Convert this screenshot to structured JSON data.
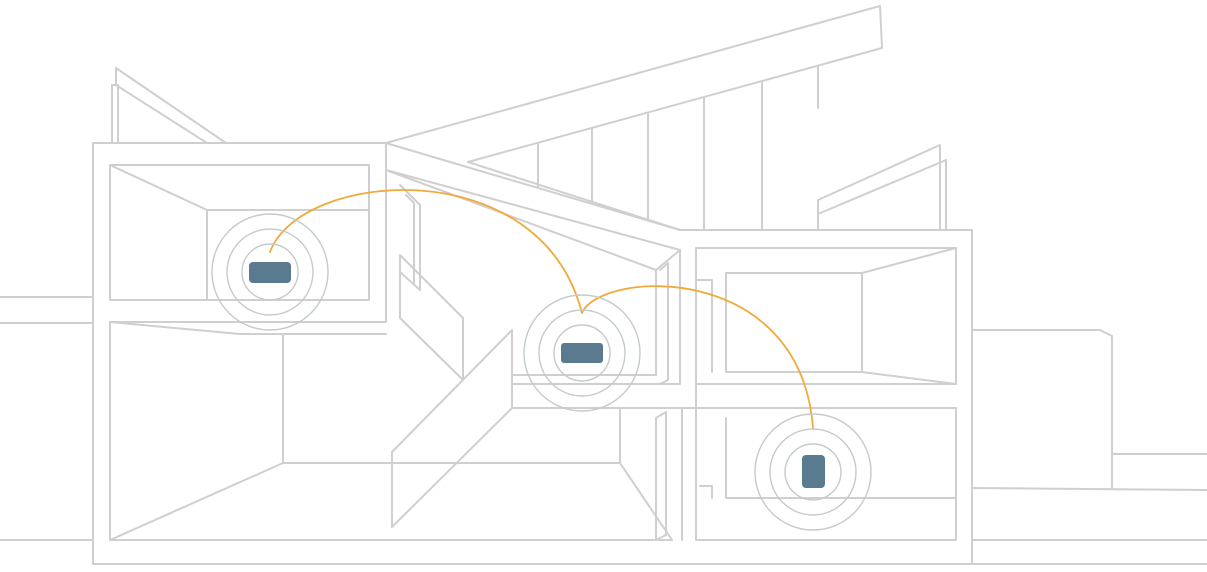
{
  "diagram": {
    "kind": "house-cross-section-mesh-network",
    "colors": {
      "background": "#ffffff",
      "walls": "#cfcfcf",
      "signal_rings": "#c3cbcc",
      "device": "#5a7a8f",
      "connection": "#f2a93b"
    },
    "nodes": [
      {
        "id": "node-upper-left",
        "icon": "mesh-router-icon",
        "signal_rings": 3
      },
      {
        "id": "node-middle",
        "icon": "mesh-router-icon",
        "signal_rings": 3
      },
      {
        "id": "node-lower-right",
        "icon": "mesh-satellite-icon",
        "signal_rings": 3
      }
    ],
    "connections": [
      {
        "from": "node-upper-left",
        "to": "node-middle"
      },
      {
        "from": "node-middle",
        "to": "node-lower-right"
      }
    ]
  }
}
